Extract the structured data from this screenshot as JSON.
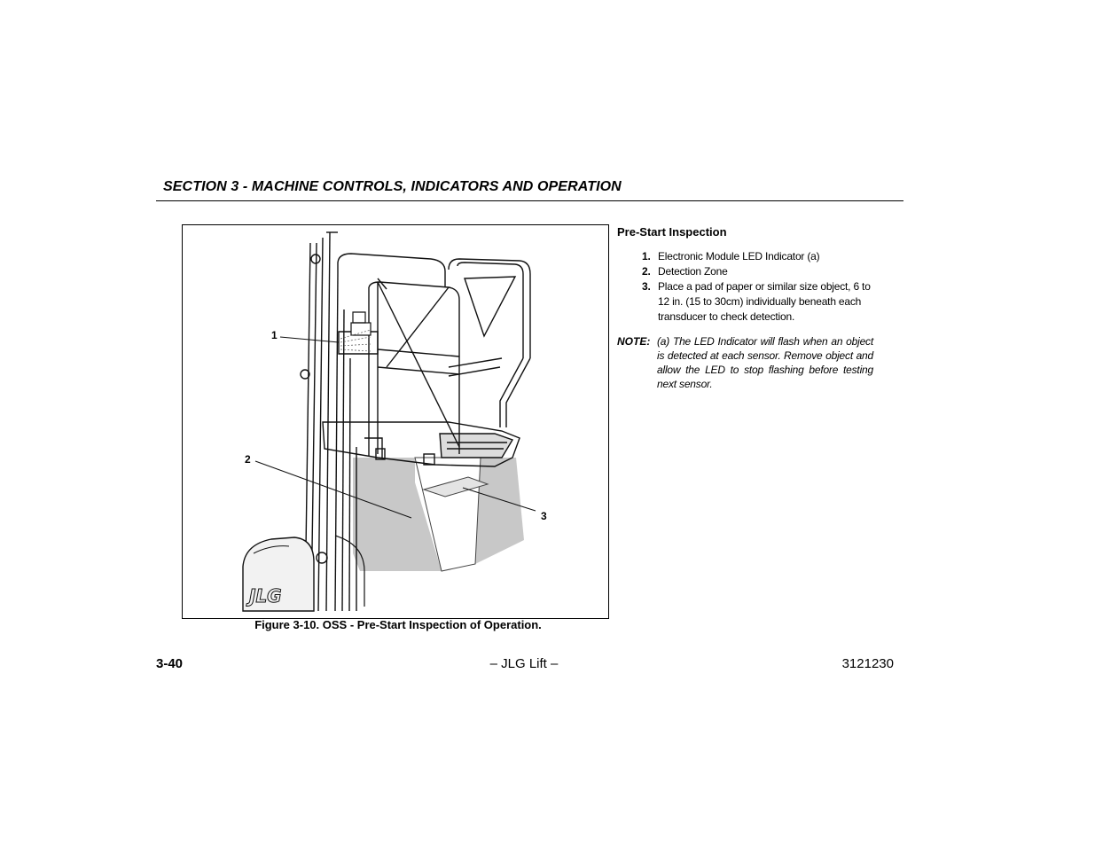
{
  "header": {
    "section_title": "SECTION 3 - MACHINE CONTROLS, INDICATORS AND OPERATION"
  },
  "figure": {
    "callouts": [
      "1",
      "2",
      "3"
    ],
    "caption": "Figure 3-10. OSS - Pre-Start Inspection of Operation.",
    "logo_text": "JLG"
  },
  "content": {
    "heading": "Pre-Start Inspection",
    "steps": [
      {
        "num": "1.",
        "text": "Electronic Module LED Indicator (a)"
      },
      {
        "num": "2.",
        "text": "Detection Zone"
      },
      {
        "num": "3.",
        "text": "Place a pad of paper or similar size object, 6 to 12 in. (15 to 30cm) individually beneath each transducer to check detection."
      }
    ],
    "note": {
      "label": "NOTE:",
      "text": "(a) The LED Indicator will flash when an object is detected at each sensor. Remove object and allow the LED to stop flashing before testing next sensor."
    }
  },
  "footer": {
    "page_number": "3-40",
    "center": "– JLG Lift –",
    "doc_number": "3121230"
  }
}
